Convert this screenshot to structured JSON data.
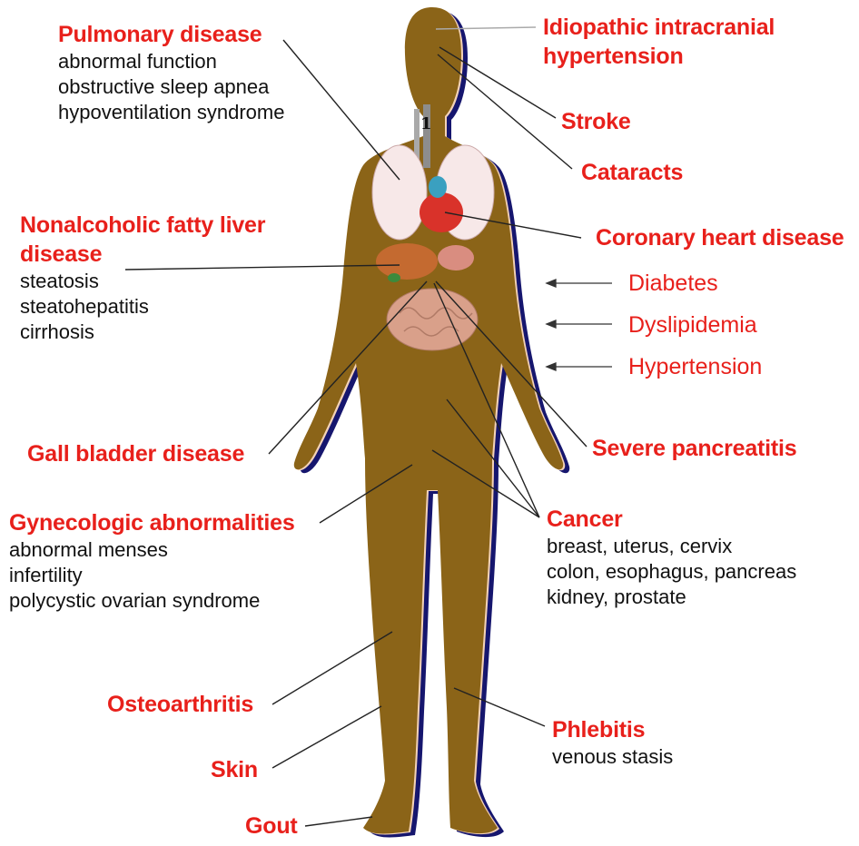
{
  "colors": {
    "label": "#e8201b",
    "text": "#111111",
    "body": "#8b6418",
    "body_shadow": "#16166e",
    "body_edge": "#f3d2b7",
    "leader": "#222222"
  },
  "left_groups": {
    "pulmonary": {
      "title": "Pulmonary disease",
      "items": [
        "abnormal function",
        "obstructive sleep apnea",
        "hypoventilation syndrome"
      ]
    },
    "nafld": {
      "title_line1": "Nonalcoholic fatty liver",
      "title_line2": "disease",
      "items": [
        "steatosis",
        "steatohepatitis",
        "cirrhosis"
      ]
    },
    "gall_bladder": {
      "title": "Gall bladder disease"
    },
    "gynecologic": {
      "title": "Gynecologic abnormalities",
      "items": [
        "abnormal menses",
        "infertility",
        "polycystic ovarian syndrome"
      ]
    },
    "osteoarthritis": {
      "title": "Osteoarthritis"
    },
    "skin": {
      "title": "Skin"
    },
    "gout": {
      "title": "Gout"
    }
  },
  "right_groups": {
    "iih": {
      "title_line1": "Idiopathic intracranial",
      "title_line2": "hypertension"
    },
    "stroke": {
      "title": "Stroke"
    },
    "cataracts": {
      "title": "Cataracts"
    },
    "chd": {
      "title": "Coronary heart disease"
    },
    "risk_factors": [
      "Diabetes",
      "Dyslipidemia",
      "Hypertension"
    ],
    "pancreatitis": {
      "title": "Severe pancreatitis"
    },
    "cancer": {
      "title": "Cancer",
      "items": [
        "breast, uterus, cervix",
        "colon, esophagus, pancreas",
        "kidney, prostate"
      ]
    },
    "phlebitis": {
      "title": "Phlebitis",
      "items": [
        "venous stasis"
      ]
    }
  }
}
